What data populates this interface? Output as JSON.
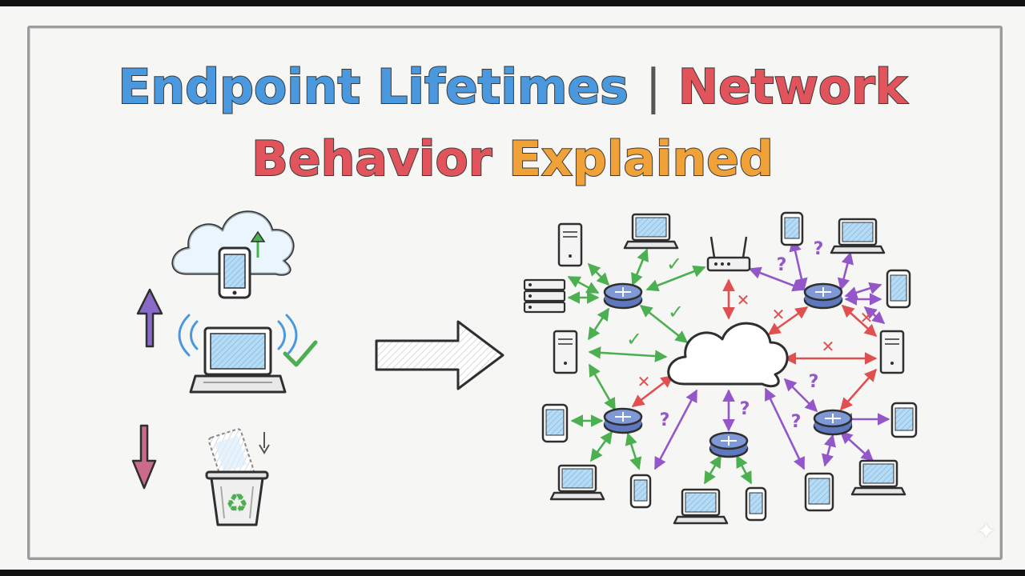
{
  "title": {
    "part1": "Endpoint Lifetimes",
    "separator": "|",
    "part2": "Network",
    "part3": "Behavior",
    "part4": "Explained"
  },
  "icons": {
    "cloud": "cloud-icon",
    "phone": "smartphone-icon",
    "laptop": "laptop-icon",
    "recycle_bin": "recycle-bin-icon",
    "router": "router-icon",
    "wifi_router": "wifi-router-icon",
    "server": "server-icon",
    "tower": "tower-pc-icon",
    "tablet": "tablet-icon",
    "arrow": "right-arrow-icon",
    "check": "check-icon",
    "cross": "cross-icon",
    "question": "question-mark-icon"
  },
  "diagram_marks": {
    "check": "✓",
    "cross": "✕",
    "question": "?"
  },
  "colors": {
    "title_blue": "#4a98dd",
    "title_red": "#e2545c",
    "title_orange": "#f0a238",
    "link_green": "#4caf50",
    "link_red": "#e05050",
    "link_purple": "#9457c9",
    "up_arrow": "#8a6ac8",
    "down_arrow": "#cc6a8c",
    "device_fill": "#a9d4f2",
    "router_fill": "#7f98d6"
  },
  "watermark": "✦"
}
